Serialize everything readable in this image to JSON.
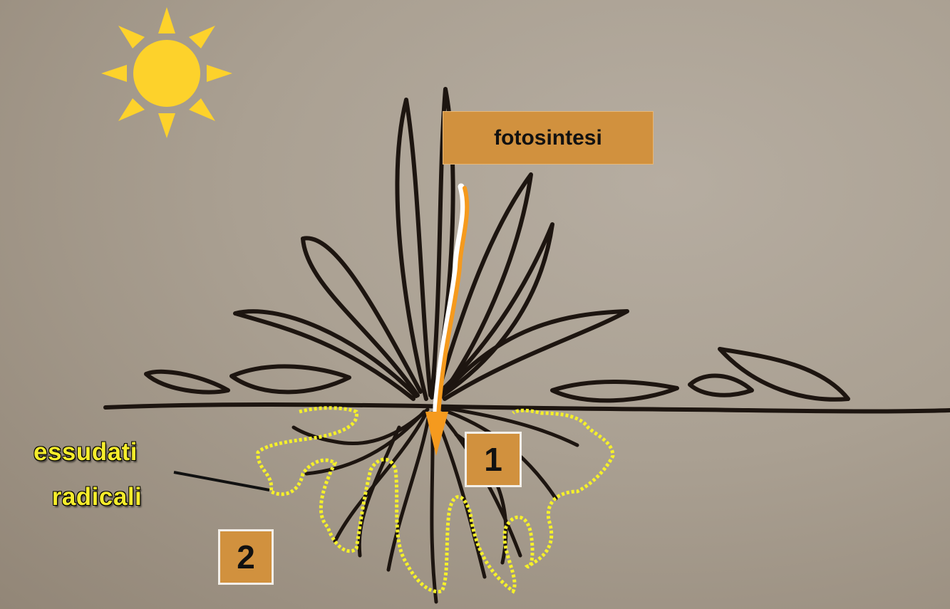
{
  "labels": {
    "photosynthesis": "fotosintesi",
    "box_one": "1",
    "box_two": "2",
    "exudates_line1": "essudati",
    "exudates_line2": "radicali"
  },
  "colors": {
    "sun": "#fdd22b",
    "label_box": "#d1913e",
    "arrow": "#f59a1e",
    "exudate_outline": "#f5f02a",
    "drawing_ink": "#1d1510"
  }
}
